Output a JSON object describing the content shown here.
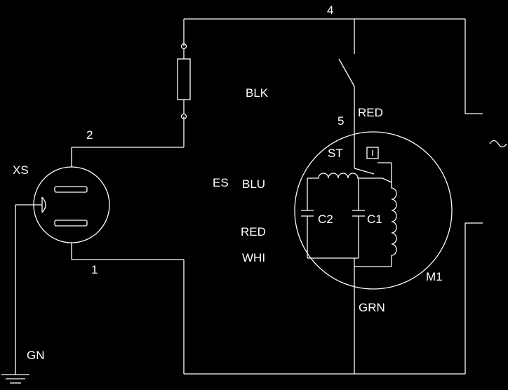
{
  "colors": {
    "background": "#000000",
    "line": "#ffffff"
  },
  "labels": {
    "node_4": "4",
    "node_2": "2",
    "node_1": "1",
    "node_5": "5",
    "socket": "XS",
    "ground": "GN",
    "blk": "BLK",
    "red_top": "RED",
    "st": "ST",
    "es": "ES",
    "blu": "BLU",
    "c2": "C2",
    "c1": "C1",
    "red_mid": "RED",
    "whi": "WHI",
    "motor": "M1",
    "grn": "GRN",
    "ac_source": "~"
  },
  "icons": {
    "fuse": "fuse-icon",
    "switch": "switch-icon",
    "thermal": "thermal-protector-icon",
    "ground": "ground-icon",
    "socket": "socket-icon",
    "ac": "ac-source-icon"
  }
}
